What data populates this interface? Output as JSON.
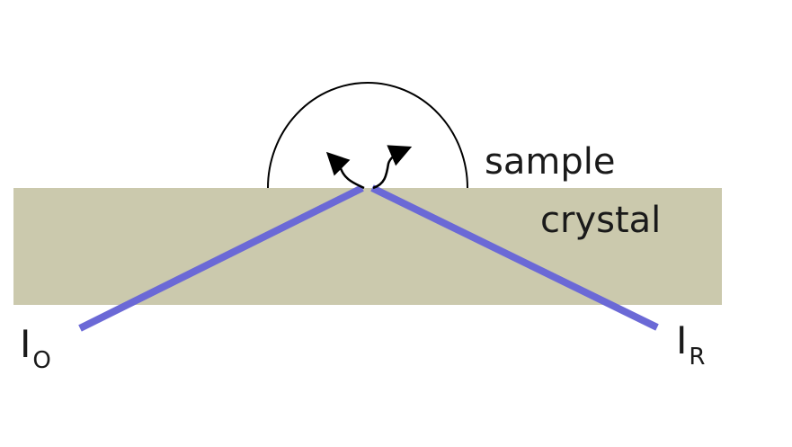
{
  "labels": {
    "sample": "sample",
    "crystal": "crystal",
    "incident_main": "I",
    "incident_sub": "O",
    "reflected_main": "I",
    "reflected_sub": "R"
  },
  "colors": {
    "crystal_fill": "#cbc9ad",
    "beam": "#6b69d6",
    "outline": "#000000",
    "text": "#1a1a1a"
  }
}
